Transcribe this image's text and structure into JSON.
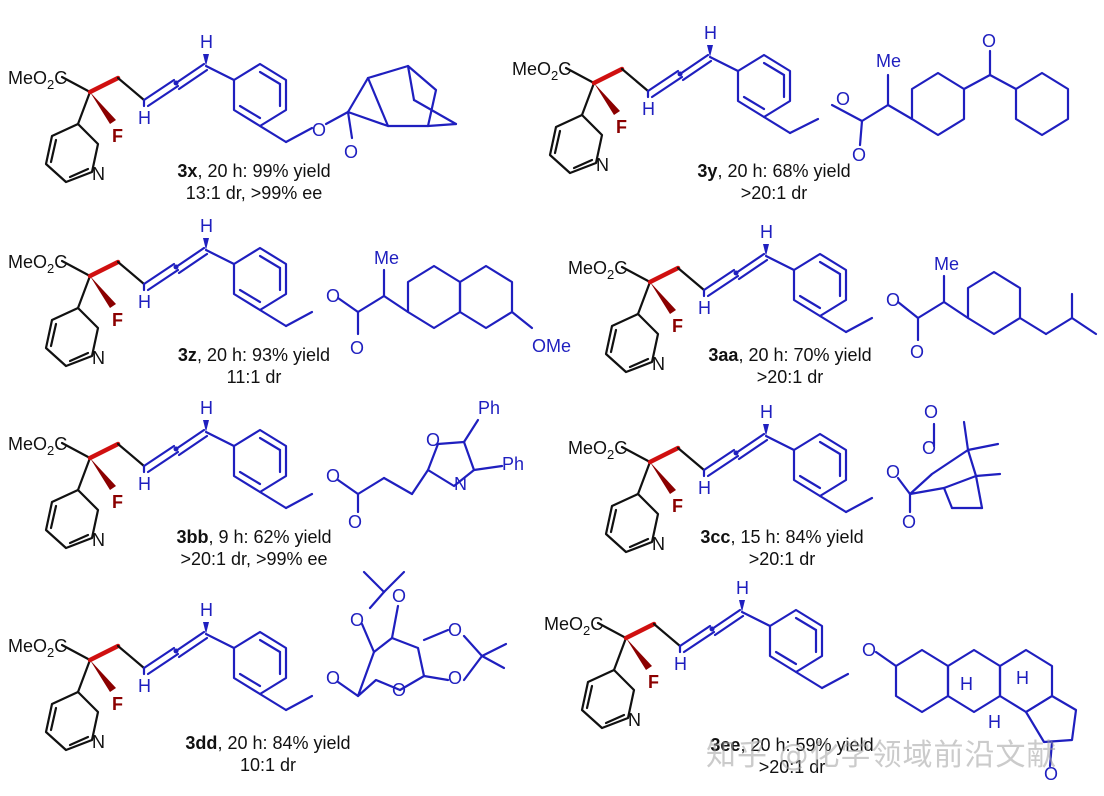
{
  "core": {
    "ester_label": "MeO",
    "ester_sub": "2",
    "ester_c": "C",
    "fluorine": "F",
    "nitrogen": "N",
    "allene_h": "H"
  },
  "atoms": {
    "oxygen": "O",
    "nitrogen": "N",
    "methyl": "Me",
    "phenyl": "Ph",
    "methoxy": "OMe",
    "hydrogen": "H"
  },
  "compounds": [
    {
      "id": "3x",
      "time": "20 h",
      "yield": "99% yield",
      "line2": "13:1 dr, >99% ee"
    },
    {
      "id": "3y",
      "time": "20 h",
      "yield": "68% yield",
      "line2": ">20:1 dr"
    },
    {
      "id": "3z",
      "time": "20 h",
      "yield": "93% yield",
      "line2": "11:1 dr"
    },
    {
      "id": "3aa",
      "time": "20 h",
      "yield": "70% yield",
      "line2": ">20:1 dr"
    },
    {
      "id": "3bb",
      "time": "9 h",
      "yield": "62% yield",
      "line2": ">20:1 dr, >99% ee"
    },
    {
      "id": "3cc",
      "time": "15 h",
      "yield": "84% yield",
      "line2": ">20:1 dr"
    },
    {
      "id": "3dd",
      "time": "20 h",
      "yield": "84% yield",
      "line2": "10:1 dr"
    },
    {
      "id": "3ee",
      "time": "20 h",
      "yield": "59% yield",
      "line2": ">20:1 dr"
    }
  ],
  "watermark": "知乎 @化学领域前沿文献",
  "colors": {
    "core": "#111111",
    "substituent": "#1f1fbf",
    "new_bond": "#d01010",
    "fluorine_bond": "#8b0000"
  }
}
